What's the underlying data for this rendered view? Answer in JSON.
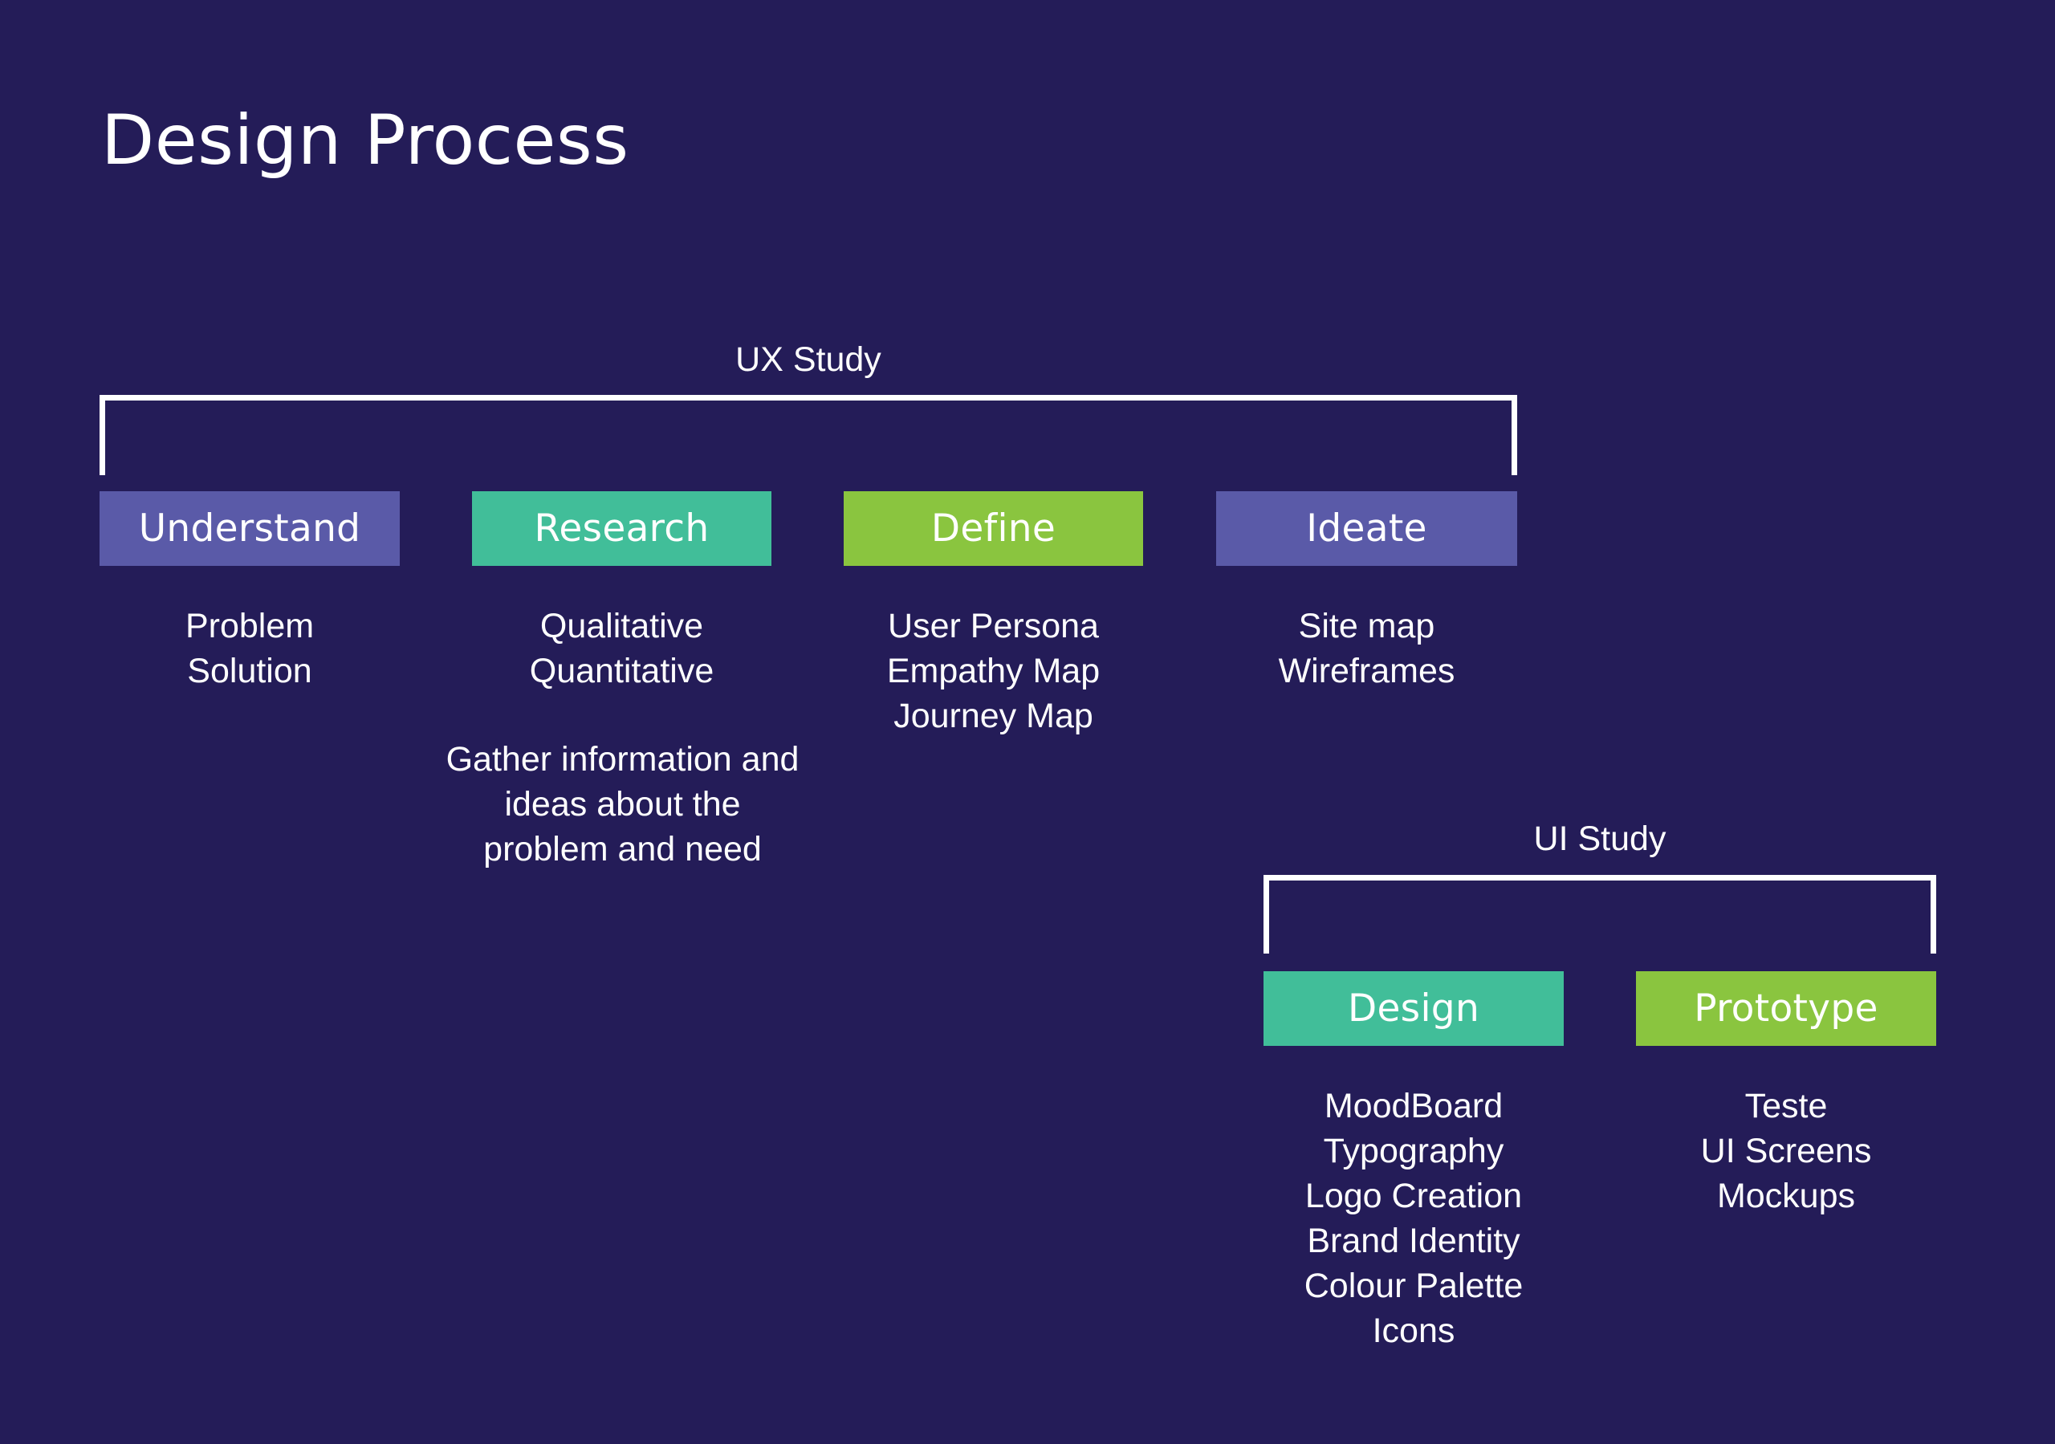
{
  "page": {
    "title": "Design Process",
    "background_color": "#241C58",
    "text_color": "#FFFFFF"
  },
  "groups": {
    "ux": {
      "label": "UX Study"
    },
    "ui": {
      "label": "UI Study"
    }
  },
  "colors": {
    "purple": "#5A5AA8",
    "teal": "#41BE99",
    "green": "#8AC53F",
    "background": "#241C58",
    "white": "#FFFFFF"
  },
  "ux_stages": [
    {
      "label": "Understand",
      "color": "#5A5AA8",
      "details": [
        "Problem",
        "Solution"
      ],
      "note": ""
    },
    {
      "label": "Research",
      "color": "#41BE99",
      "details": [
        "Qualitative",
        "Quantitative"
      ],
      "note": "Gather information and ideas about the problem and need"
    },
    {
      "label": "Define",
      "color": "#8AC53F",
      "details": [
        "User Persona",
        "Empathy Map",
        "Journey Map"
      ],
      "note": ""
    },
    {
      "label": "Ideate",
      "color": "#5A5AA8",
      "details": [
        "Site map",
        "Wireframes"
      ],
      "note": ""
    }
  ],
  "ui_stages": [
    {
      "label": "Design",
      "color": "#41BE99",
      "details": [
        "MoodBoard",
        "Typography",
        "Logo Creation",
        "Brand Identity",
        "Colour Palette",
        "Icons"
      ]
    },
    {
      "label": "Prototype",
      "color": "#8AC53F",
      "details": [
        "Teste",
        "UI Screens",
        "Mockups"
      ]
    }
  ]
}
